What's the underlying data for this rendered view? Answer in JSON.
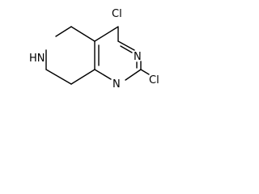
{
  "molecule": {
    "atoms": {
      "cl_top": "Cl",
      "cl_right": "Cl",
      "n_top": "N",
      "n_bottom": "N",
      "nh": "HN"
    }
  }
}
